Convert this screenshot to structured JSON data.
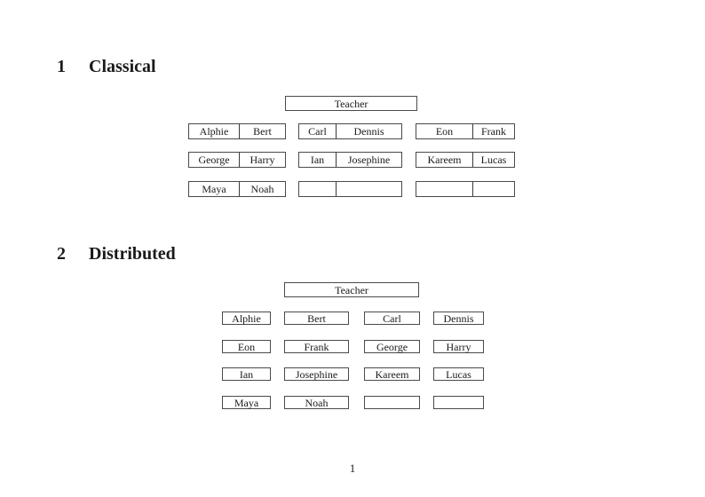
{
  "page_number": "1",
  "classical": {
    "number": "1",
    "title": "Classical",
    "teacher": "Teacher",
    "groups": [
      {
        "rows": [
          {
            "left": "Alphie",
            "right": "Bert"
          },
          {
            "left": "George",
            "right": "Harry"
          },
          {
            "left": "Maya",
            "right": "Noah"
          }
        ]
      },
      {
        "rows": [
          {
            "left": "Carl",
            "right": "Dennis"
          },
          {
            "left": "Ian",
            "right": "Josephine"
          },
          {
            "left": "",
            "right": ""
          }
        ]
      },
      {
        "rows": [
          {
            "left": "Eon",
            "right": "Frank"
          },
          {
            "left": "Kareem",
            "right": "Lucas"
          },
          {
            "left": "",
            "right": ""
          }
        ]
      }
    ]
  },
  "distributed": {
    "number": "2",
    "title": "Distributed",
    "teacher": "Teacher",
    "rows": [
      [
        "Alphie",
        "Bert",
        "Carl",
        "Dennis"
      ],
      [
        "Eon",
        "Frank",
        "George",
        "Harry"
      ],
      [
        "Ian",
        "Josephine",
        "Kareem",
        "Lucas"
      ],
      [
        "Maya",
        "Noah",
        "",
        ""
      ]
    ]
  }
}
